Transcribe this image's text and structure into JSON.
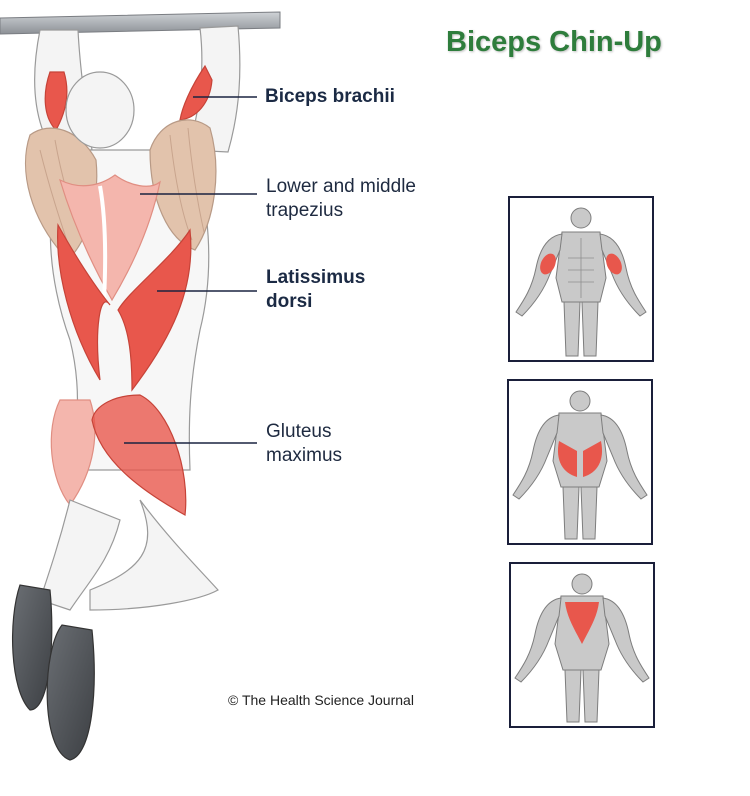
{
  "title": "Biceps Chin-Up",
  "labels": [
    {
      "lines": [
        "Biceps brachii"
      ],
      "bold": true
    },
    {
      "lines": [
        "Lower and middle",
        "trapezius"
      ],
      "bold": false
    },
    {
      "lines": [
        "Latissimus",
        "dorsi"
      ],
      "bold": true
    },
    {
      "lines": [
        "Gluteus",
        "maximus"
      ],
      "bold": false
    }
  ],
  "credit": "© The Health Science Journal",
  "thumbnails": [
    {
      "view": "front",
      "highlight": "biceps"
    },
    {
      "view": "back",
      "highlight": "latissimus-dorsi"
    },
    {
      "view": "back",
      "highlight": "trapezius"
    }
  ],
  "colors": {
    "title": "#2e7d3c",
    "label_text": "#1e2a40",
    "muscle_primary": "#e8574c",
    "muscle_secondary": "#f4b6ad",
    "muscle_deltoid": "#e2c3ac",
    "frame": "#1a1f3a"
  }
}
